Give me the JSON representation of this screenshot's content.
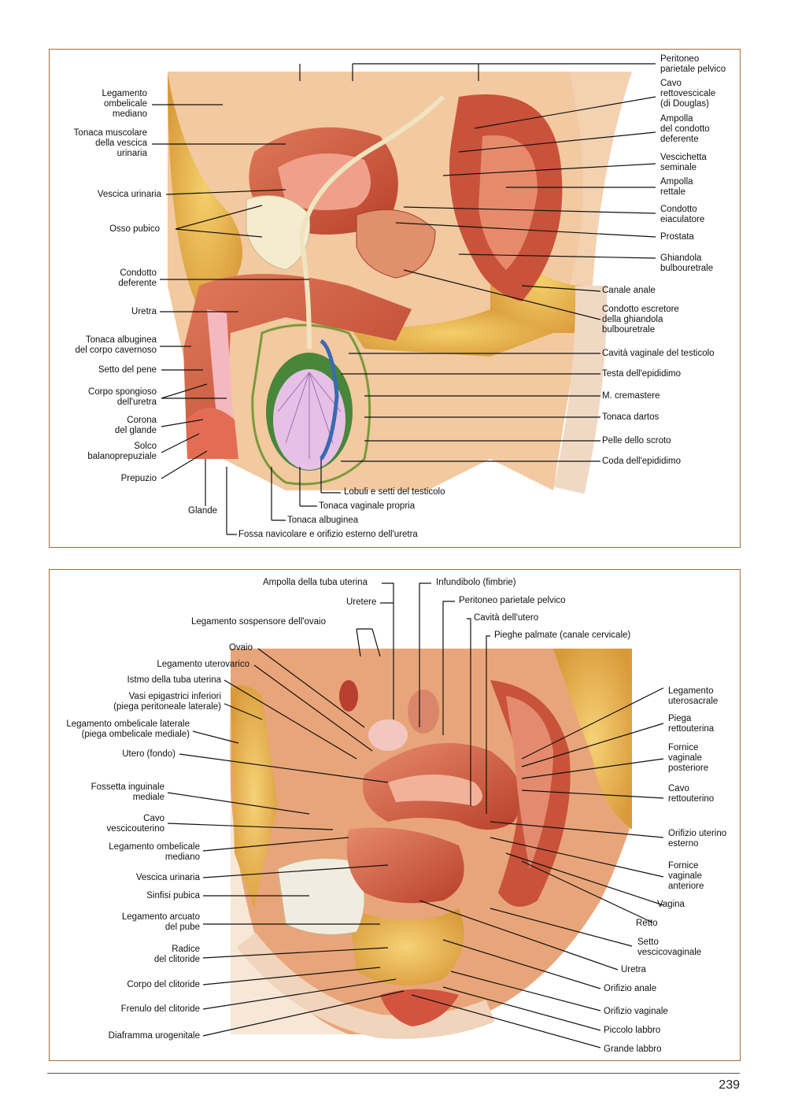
{
  "page_number": "239",
  "male_diagram": {
    "labels": {
      "peritoneo": "Peritoneo\nparietale pelvico",
      "cavo_douglas": "Cavo\nrettovescicale\n(di Douglas)",
      "ampolla_deferente": "Ampolla\ndel condotto\ndeferente",
      "vescichetta": "Vescichetta\nseminale",
      "ampolla_rettale": "Ampolla\nrettale",
      "eiaculatore": "Condotto\neiaculatore",
      "prostata": "Prostata",
      "ghiandola_bulbo": "Ghiandola\nbulbouretrale",
      "canale_anale": "Canale anale",
      "escretore": "Condotto escretore\ndella ghiandola\nbulbouretrale",
      "cavita_vaginale": "Cavità vaginale del testicolo",
      "testa_epididimo": "Testa dell'epididimo",
      "cremastere": "M. cremastere",
      "dartos": "Tonaca dartos",
      "pelle_scroto": "Pelle dello scroto",
      "coda_epididimo": "Coda dell'epididimo",
      "legamento_ombelicale": "Legamento\nombelicale\nmediano",
      "tonaca_muscolare": "Tonaca muscolare\ndella vescica\nurinaria",
      "vescica": "Vescica urinaria",
      "osso_pubico": "Osso pubico",
      "deferente": "Condotto\ndeferente",
      "uretra": "Uretra",
      "albuginea_cavernoso": "Tonaca albuginea\ndel corpo cavernoso",
      "setto_pene": "Setto del pene",
      "spongioso": "Corpo spongioso\ndell'uretra",
      "corona": "Corona\ndel glande",
      "solco": "Solco\nbalanoprepuziale",
      "prepuzio": "Prepuzio",
      "glande": "Glande",
      "lobuli": "Lobuli e setti del testicolo",
      "vaginale_propria": "Tonaca vaginale propria",
      "albuginea": "Tonaca albuginea",
      "fossa_navicolare": "Fossa navicolare e orifizio esterno dell'uretra"
    }
  },
  "female_diagram": {
    "labels": {
      "ampolla_tuba": "Ampolla della tuba uterina",
      "infundibolo": "Infundibolo (fimbrie)",
      "uretere": "Uretere",
      "peritoneo": "Peritoneo parietale pelvico",
      "sospensore": "Legamento sospensore dell'ovaio",
      "cavita_utero": "Cavità dell'utero",
      "pieghe_palmate": "Pieghe palmate (canale cervicale)",
      "ovaio": "Ovaio",
      "uterovarico": "Legamento uterovarico",
      "istmo": "Istmo della tuba uterina",
      "vasi_epigastrici": "Vasi epigastrici inferiori\n(piega peritoneale laterale)",
      "omb_laterale": "Legamento ombelicale laterale\n(piega ombelicale mediale)",
      "utero_fondo": "Utero (fondo)",
      "fossetta": "Fossetta inguinale\nmediale",
      "vescicouterino": "Cavo\nvescicouterino",
      "omb_mediano": "Legamento ombelicale\nmediano",
      "vescica": "Vescica urinaria",
      "sinfisi": "Sinfisi pubica",
      "arcuato": "Legamento arcuato\ndel pube",
      "radice": "Radice\ndel clitoride",
      "corpo_clit": "Corpo del clitoride",
      "frenulo": "Frenulo del clitoride",
      "diaframma": "Diaframma urogenitale",
      "uterosacrale": "Legamento\nuterosacrale",
      "piega_retto": "Piega\nrettouterina",
      "fornice_post": "Fornice\nvaginale\nposteriore",
      "cavo_retto": "Cavo\nrettouterino",
      "orifizio_uterino": "Orifizio uterino\nesterno",
      "fornice_ant": "Fornice\nvaginale\nanteriore",
      "vagina": "Vagina",
      "retto": "Retto",
      "setto_vv": "Setto\nvescicovaginale",
      "uretra": "Uretra",
      "orifizio_anale": "Orifizio anale",
      "orifizio_vaginale": "Orifizio vaginale",
      "piccolo_labbro": "Piccolo labbro",
      "grande_labbro": "Grande labbro"
    }
  }
}
